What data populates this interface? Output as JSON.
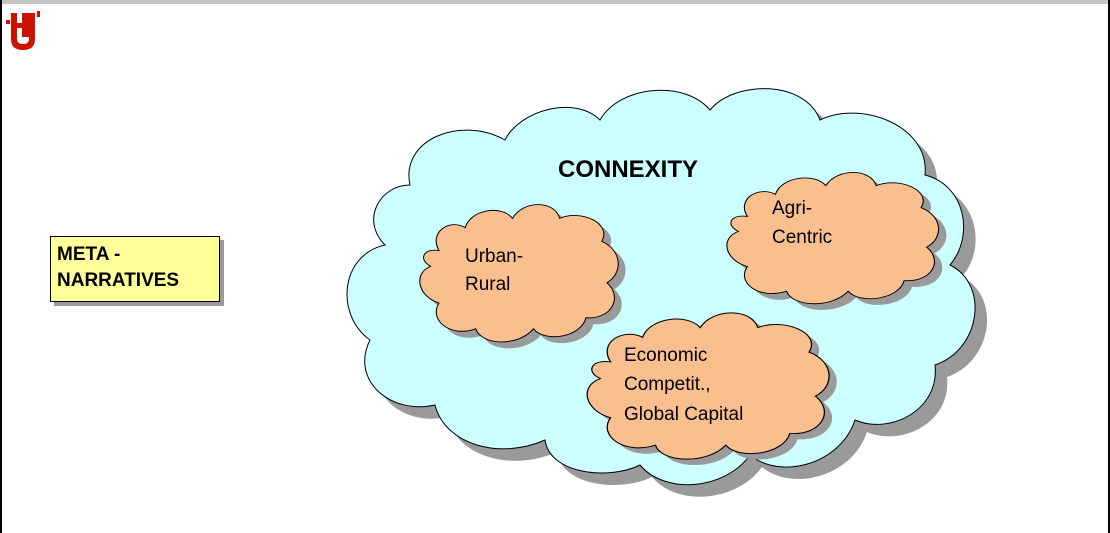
{
  "label": {
    "line1": "META -",
    "line2": "NARRATIVES"
  },
  "diagram": {
    "main_cloud": {
      "title": "CONNEXITY",
      "fill": "#ccffff"
    },
    "sub_clouds": [
      {
        "lines": [
          "Urban-",
          "Rural"
        ],
        "fill": "#f9bf8f"
      },
      {
        "lines": [
          "Agri-",
          "Centric"
        ],
        "fill": "#f9bf8f"
      },
      {
        "lines": [
          "Economic",
          "Competit.,",
          "Global Capital"
        ],
        "fill": "#f9bf8f"
      }
    ]
  },
  "colors": {
    "logo": "#cc1100",
    "box_fill": "#ffff99",
    "shadow": "#9a9a9a",
    "outline": "#000000"
  },
  "icons": {
    "logo": "hj-logo-icon"
  }
}
